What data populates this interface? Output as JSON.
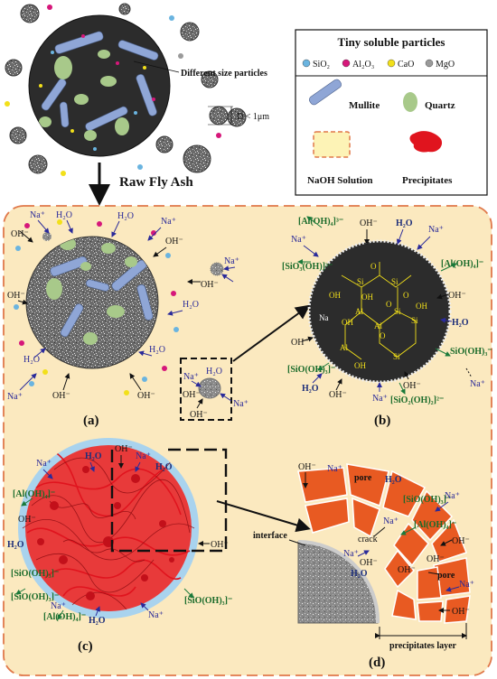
{
  "colors": {
    "background_panel": "#fbe9bf",
    "panel_border": "#e0784a",
    "ash_dark": "#2c2c2c",
    "mullite": "#8fa6d6",
    "quartz": "#a8c98a",
    "precipitate": "#e0141e",
    "sio2": "#6ab4e0",
    "al2o3": "#d6177a",
    "cao": "#f2e01a",
    "mgo": "#9a9a9a",
    "arrow_blue": "#2a2a9a",
    "arrow_green": "#1a7a3a",
    "crack_orange": "#e85a22"
  },
  "top": {
    "different_size_label": "Different size particles",
    "diameter_label": "D < 1μm",
    "raw_fly_ash_label": "Raw Fly Ash"
  },
  "legend": {
    "title": "Tiny soluble particles",
    "dots": [
      {
        "label": "SiO₂",
        "color": "#6ab4e0"
      },
      {
        "label": "Al₂O₃",
        "color": "#d6177a"
      },
      {
        "label": "CaO",
        "color": "#f2e01a"
      },
      {
        "label": "MgO",
        "color": "#9a9a9a"
      }
    ],
    "mullite_label": "Mullite",
    "quartz_label": "Quartz",
    "naoh_label": "NaOH Solution",
    "precipitates_label": "Precipitates"
  },
  "panels": {
    "a": "(a)",
    "b": "(b)",
    "c": "(c)",
    "d": "(d)"
  },
  "species": {
    "na": "Na⁺",
    "h2o": "H₂O",
    "oh": "OH⁻",
    "aloh4": "[Al(OH)₄]⁻",
    "aloh4_3": "[Al(OH)₄]³⁻",
    "sio3oh": "[SiO₃(OH)]³⁻",
    "sio_oh3": "[SiO(OH)₃]⁻",
    "sio2_oh2": "[SiO₂(OH)₂]²⁻",
    "sio_oh3_plain": "SiO(OH)₃⁻"
  },
  "panel_b_atoms": {
    "si": "Si",
    "al": "Al",
    "o": "O",
    "oh": "OH",
    "na": "Na"
  },
  "panel_d": {
    "pore": "pore",
    "crack": "crack",
    "interface": "interface",
    "precipitates_layer": "precipitates layer"
  }
}
